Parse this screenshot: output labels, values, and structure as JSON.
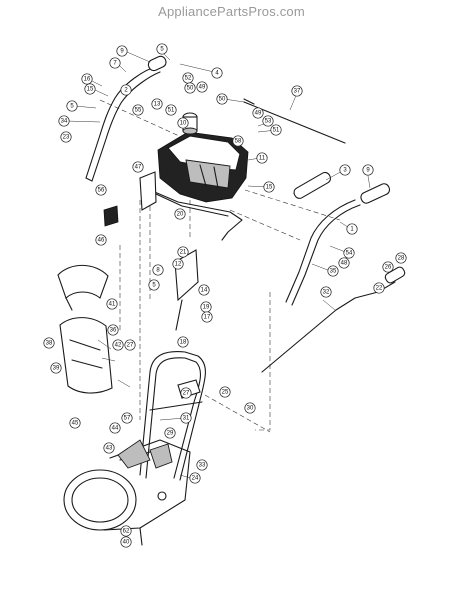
{
  "watermark": "AppliancePartsPros.com",
  "callouts": [
    {
      "id": "c9a",
      "label": "9"
    },
    {
      "id": "c7",
      "label": "7"
    },
    {
      "id": "c5a",
      "label": "5"
    },
    {
      "id": "c4",
      "label": "4"
    },
    {
      "id": "c16",
      "label": "16"
    },
    {
      "id": "c2",
      "label": "2"
    },
    {
      "id": "c15",
      "label": "15"
    },
    {
      "id": "c5b",
      "label": "5"
    },
    {
      "id": "c55",
      "label": "55"
    },
    {
      "id": "c34",
      "label": "34"
    },
    {
      "id": "c23",
      "label": "23"
    },
    {
      "id": "c52",
      "label": "52"
    },
    {
      "id": "c50a",
      "label": "50"
    },
    {
      "id": "c49a",
      "label": "49"
    },
    {
      "id": "c13",
      "label": "13"
    },
    {
      "id": "c51a",
      "label": "51"
    },
    {
      "id": "c50b",
      "label": "50"
    },
    {
      "id": "c37",
      "label": "37"
    },
    {
      "id": "c10",
      "label": "10"
    },
    {
      "id": "c49b",
      "label": "49"
    },
    {
      "id": "c53",
      "label": "53"
    },
    {
      "id": "c51b",
      "label": "51"
    },
    {
      "id": "c58",
      "label": "58"
    },
    {
      "id": "c11",
      "label": "11"
    },
    {
      "id": "c3",
      "label": "3"
    },
    {
      "id": "c9b",
      "label": "9"
    },
    {
      "id": "c47",
      "label": "47"
    },
    {
      "id": "c56",
      "label": "56"
    },
    {
      "id": "c15b",
      "label": "15"
    },
    {
      "id": "c20",
      "label": "20"
    },
    {
      "id": "c1",
      "label": "1"
    },
    {
      "id": "c46",
      "label": "46"
    },
    {
      "id": "c54",
      "label": "54"
    },
    {
      "id": "c48",
      "label": "48"
    },
    {
      "id": "c21",
      "label": "21"
    },
    {
      "id": "c12",
      "label": "12"
    },
    {
      "id": "c8",
      "label": "8"
    },
    {
      "id": "c5c",
      "label": "5"
    },
    {
      "id": "c14",
      "label": "14"
    },
    {
      "id": "c19",
      "label": "19"
    },
    {
      "id": "c17",
      "label": "17"
    },
    {
      "id": "c18",
      "label": "18"
    },
    {
      "id": "c35",
      "label": "35"
    },
    {
      "id": "c28",
      "label": "28"
    },
    {
      "id": "c26",
      "label": "26"
    },
    {
      "id": "c22",
      "label": "22"
    },
    {
      "id": "c32",
      "label": "32"
    },
    {
      "id": "c41",
      "label": "41"
    },
    {
      "id": "c38",
      "label": "38"
    },
    {
      "id": "c36",
      "label": "36"
    },
    {
      "id": "c39",
      "label": "39"
    },
    {
      "id": "c42",
      "label": "42"
    },
    {
      "id": "c27a",
      "label": "27"
    },
    {
      "id": "c27b",
      "label": "27"
    },
    {
      "id": "c25",
      "label": "25"
    },
    {
      "id": "c30",
      "label": "30"
    },
    {
      "id": "c31",
      "label": "31"
    },
    {
      "id": "c45",
      "label": "45"
    },
    {
      "id": "c57",
      "label": "57"
    },
    {
      "id": "c44",
      "label": "44"
    },
    {
      "id": "c43",
      "label": "43"
    },
    {
      "id": "c29",
      "label": "29"
    },
    {
      "id": "c33",
      "label": "33"
    },
    {
      "id": "c24",
      "label": "24"
    },
    {
      "id": "c62",
      "label": "62"
    },
    {
      "id": "c40",
      "label": "40"
    }
  ]
}
